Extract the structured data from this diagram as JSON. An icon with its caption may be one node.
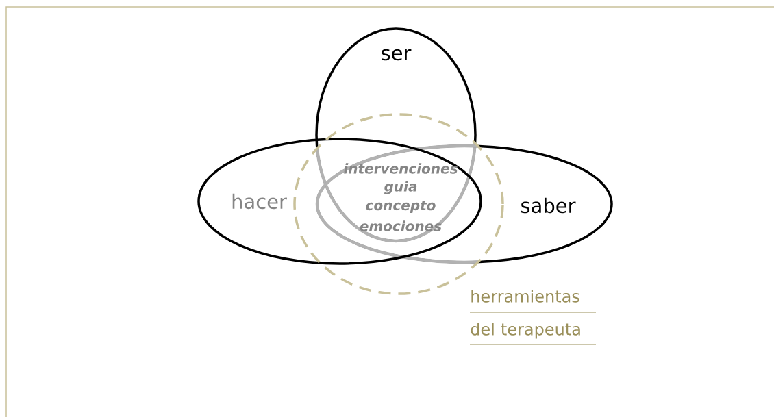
{
  "diagram": {
    "nodes": [
      {
        "text": [
          "ser"
        ]
      },
      {
        "text": [
          "hacer"
        ]
      },
      {
        "text": [
          "saber"
        ]
      },
      {
        "text": [],
        "shape": "circle",
        "beside": [
          "herramientas del terapeuta"
        ]
      }
    ],
    "labels": [
      "intervenciones",
      "guia",
      "concepto",
      "emociones"
    ]
  }
}
